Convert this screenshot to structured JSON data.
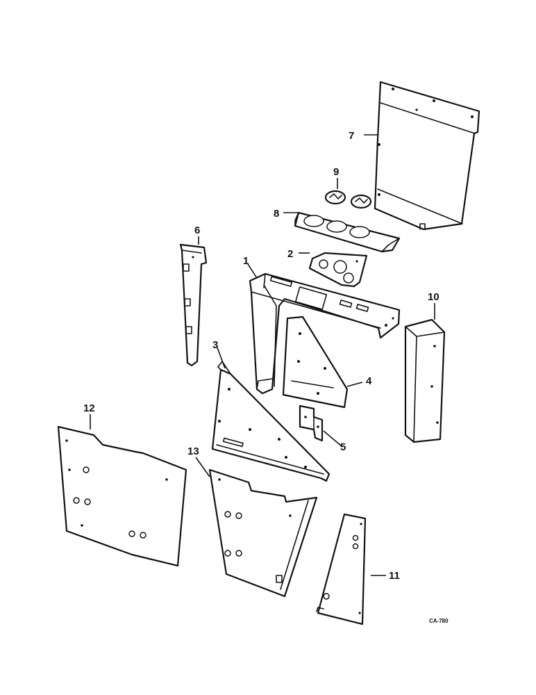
{
  "callouts": {
    "p1": "1",
    "p2": "2",
    "p3": "3",
    "p4": "4",
    "p5": "5",
    "p6": "6",
    "p7": "7",
    "p8": "8",
    "p9": "9",
    "p10": "10",
    "p11": "11",
    "p12": "12",
    "p13": "13"
  },
  "drawing_code": "CA-780"
}
